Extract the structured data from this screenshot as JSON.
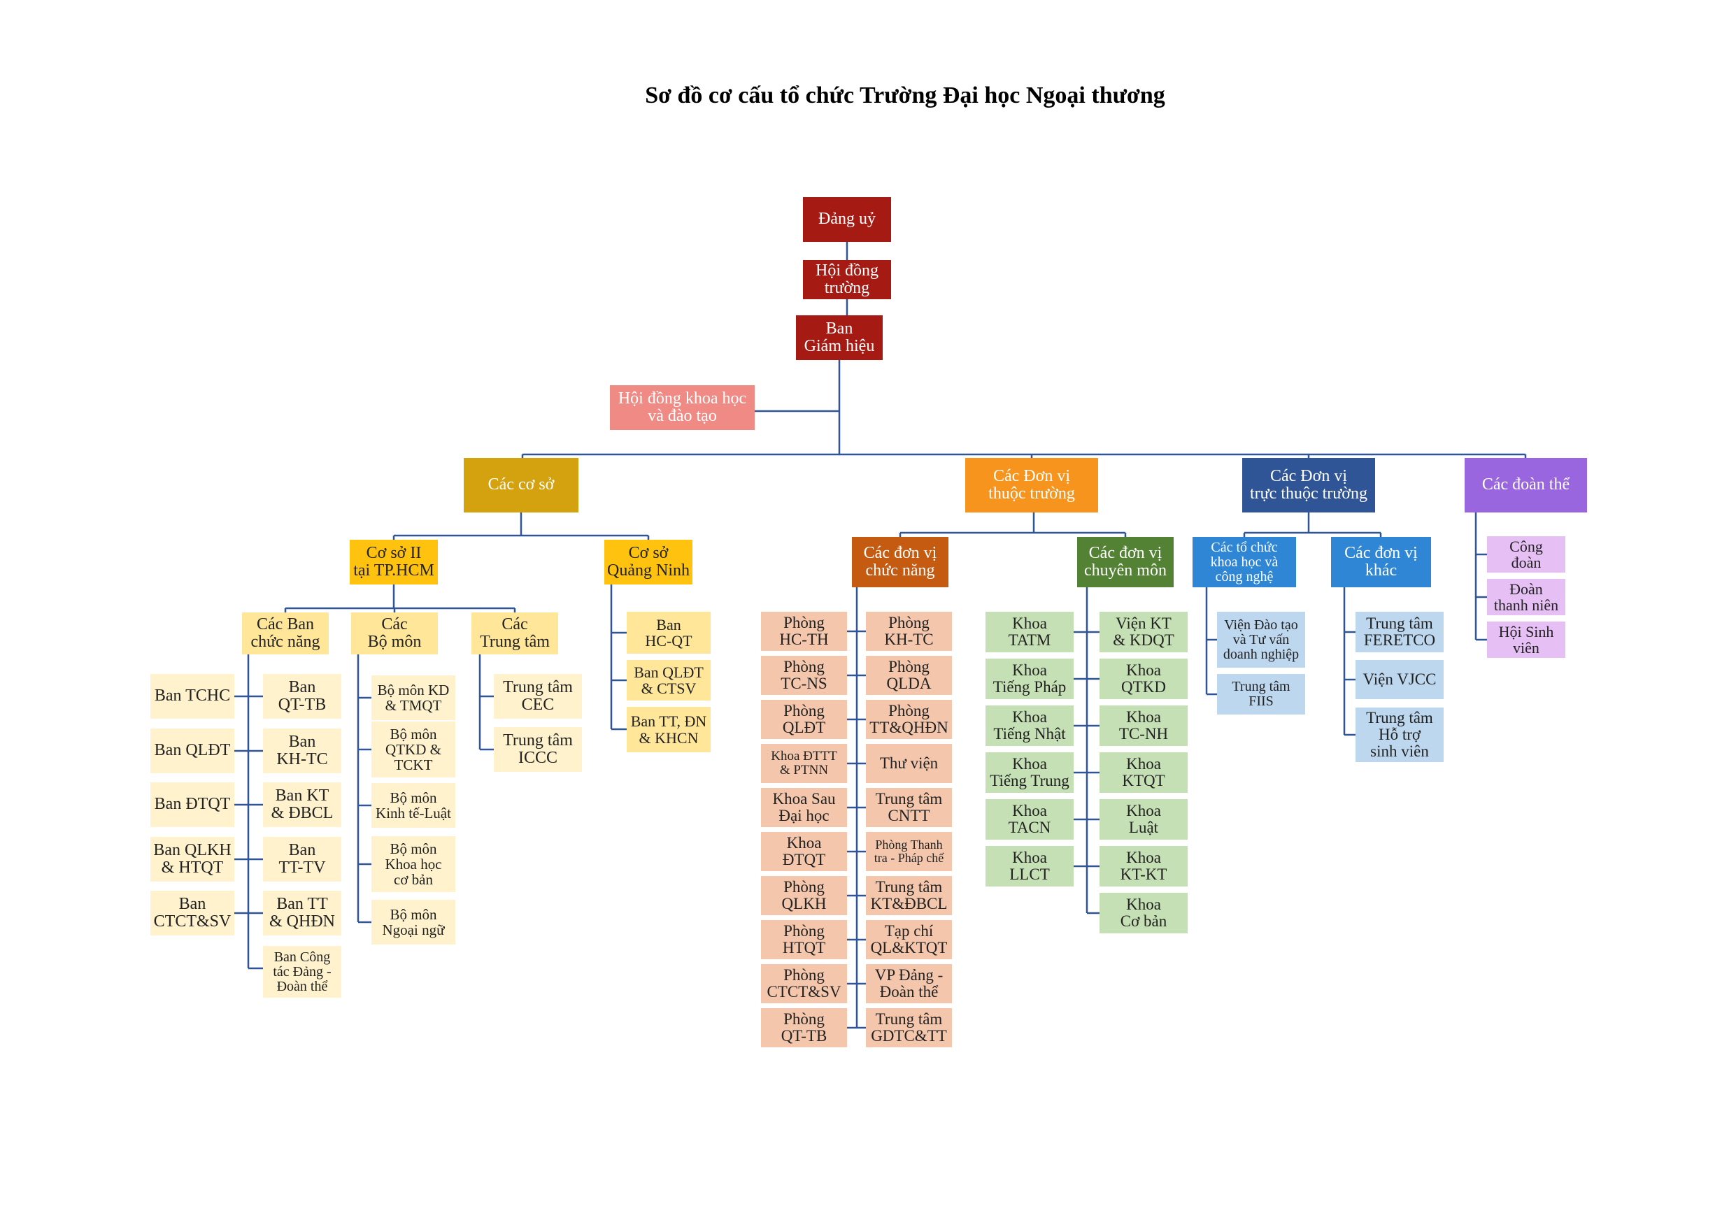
{
  "title": "Sơ đồ cơ cấu tổ chức Trường Đại học Ngoại thương",
  "colors": {
    "leadership": "#a51a12",
    "science_council": "#f08a84",
    "campuses": "#d4a20e",
    "affiliated_units": "#f7941d",
    "direct_units": "#2f5597",
    "unions": "#9966e0"
  },
  "nodes": {
    "dang_uy": "Đảng uỷ",
    "hoi_dong_truong": "Hội đồng\ntrường",
    "ban_giam_hieu": "Ban\nGiám hiệu",
    "hoi_dong_khoa_hoc": "Hội đồng khoa học\nvà đào tạo",
    "cac_co_so": "Các cơ sở",
    "cac_don_vi_thuoc_truong": "Các Đơn vị\nthuộc trường",
    "cac_don_vi_truc_thuoc": "Các Đơn vị\ntrực thuộc trường",
    "cac_doan_the": "Các đoàn thể",
    "co_so_2": "Cơ sở II\ntại TP.HCM",
    "co_so_qn": "Cơ sở\nQuảng Ninh",
    "cac_ban_chuc_nang": "Các Ban\nchức năng",
    "cac_bo_mon": "Các\nBộ môn",
    "cac_trung_tam": "Các\nTrung tâm",
    "dv_chuc_nang": "Các đơn vị\nchức năng",
    "dv_chuyen_mon": "Các đơn vị\nchuyên môn",
    "to_chuc_khcn": "Các tổ chức\nkhoa học và\ncông nghệ",
    "dv_khac": "Các đơn vị\nkhác"
  },
  "ban_left": [
    "Ban TCHC",
    "Ban QLĐT",
    "Ban ĐTQT",
    "Ban QLKH\n& HTQT",
    "Ban\nCTCT&SV"
  ],
  "ban_right": [
    "Ban\nQT-TB",
    "Ban\nKH-TC",
    "Ban KT\n& ĐBCL",
    "Ban\nTT-TV",
    "Ban TT\n& QHĐN",
    "Ban Công\ntác Đảng -\nĐoàn thể"
  ],
  "bo_mon": [
    "Bộ môn KD\n& TMQT",
    "Bộ môn\nQTKD &\nTCKT",
    "Bộ môn\nKinh tế-Luật",
    "Bộ môn\nKhoa học\ncơ bản",
    "Bộ môn\nNgoại ngữ"
  ],
  "trung_tam_cs2": [
    "Trung tâm\nCEC",
    "Trung tâm\nICCC"
  ],
  "co_so_qn_units": [
    "Ban\nHC-QT",
    "Ban QLĐT\n& CTSV",
    "Ban TT, ĐN\n& KHCN"
  ],
  "chuc_nang_left": [
    "Phòng\nHC-TH",
    "Phòng\nTC-NS",
    "Phòng\nQLĐT",
    "Khoa ĐTTT\n& PTNN",
    "Khoa Sau\nĐại học",
    "Khoa\nĐTQT",
    "Phòng\nQLKH",
    "Phòng\nHTQT",
    "Phòng\nCTCT&SV",
    "Phòng\nQT-TB"
  ],
  "chuc_nang_right": [
    "Phòng\nKH-TC",
    "Phòng\nQLDA",
    "Phòng\nTT&QHĐN",
    "Thư viện",
    "Trung tâm\nCNTT",
    "Phòng Thanh\ntra - Pháp chế",
    "Trung tâm\nKT&ĐBCL",
    "Tạp chí\nQL&KTQT",
    "VP Đảng -\nĐoàn thể",
    "Trung tâm\nGDTC&TT"
  ],
  "chuyen_mon_left": [
    "Khoa\nTATM",
    "Khoa\nTiếng Pháp",
    "Khoa\nTiếng Nhật",
    "Khoa\nTiếng Trung",
    "Khoa\nTACN",
    "Khoa\nLLCT"
  ],
  "chuyen_mon_right": [
    "Viện KT\n& KDQT",
    "Khoa\nQTKD",
    "Khoa\nTC-NH",
    "Khoa\nKTQT",
    "Khoa\nLuật",
    "Khoa\nKT-KT",
    "Khoa\nCơ bản"
  ],
  "khcn_units": [
    "Viện Đào tạo\nvà Tư vấn\ndoanh nghiệp",
    "Trung tâm\nFIIS"
  ],
  "khac_units": [
    "Trung tâm\nFERETCO",
    "Viện VJCC",
    "Trung tâm\nHỗ trợ\nsinh viên"
  ],
  "doan_the_units": [
    "Công\nđoàn",
    "Đoàn\nthanh niên",
    "Hội Sinh\nviên"
  ]
}
